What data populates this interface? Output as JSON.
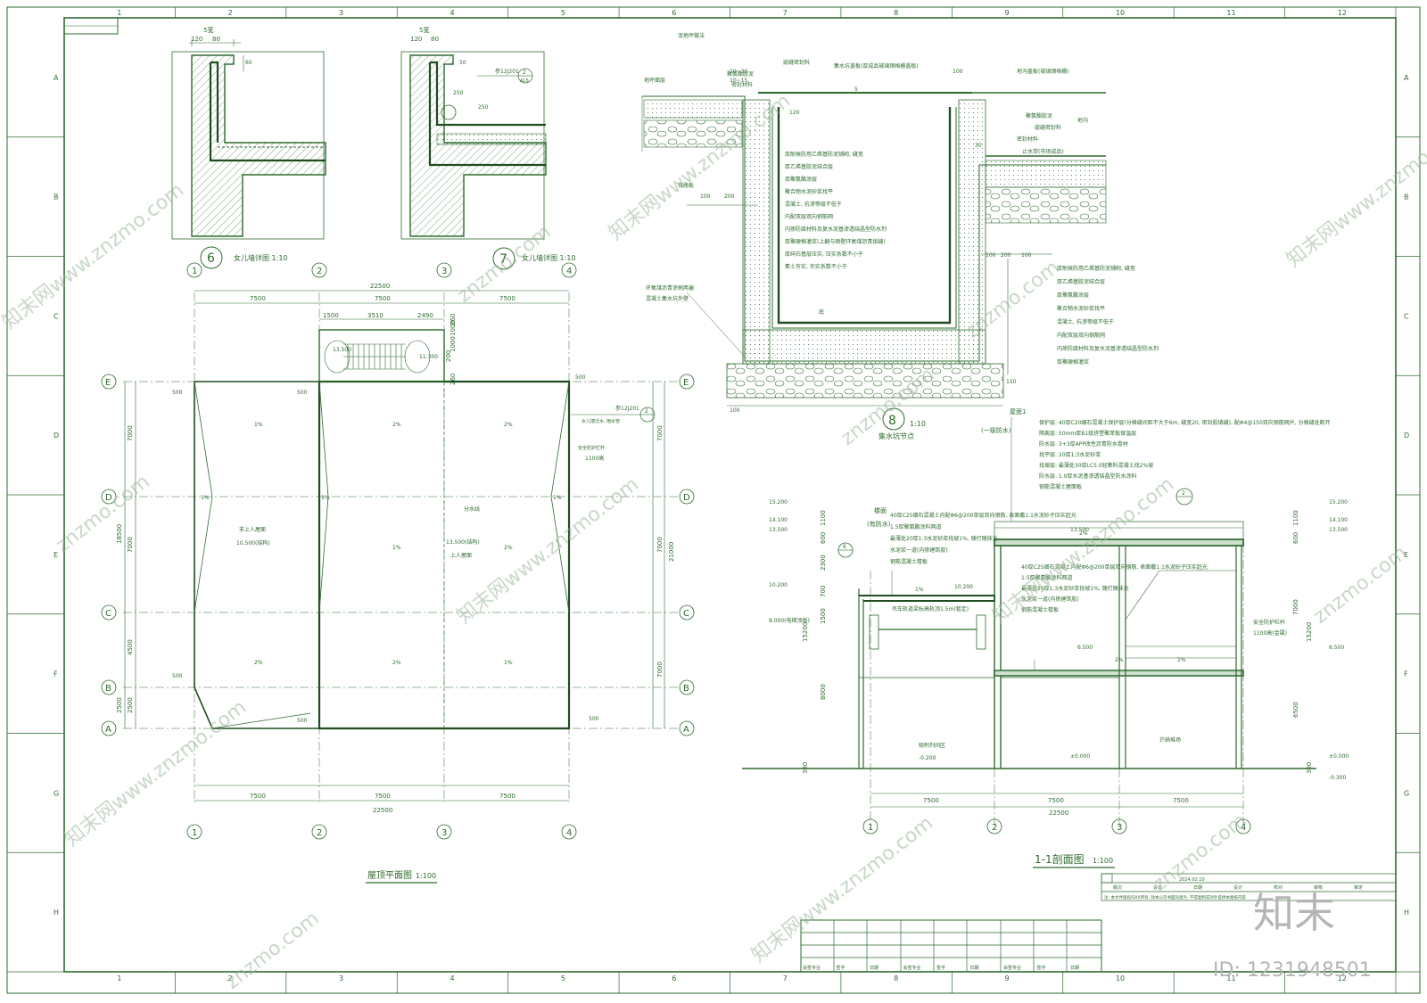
{
  "colors": {
    "line": "#2e6b2e",
    "dark": "#1f4d1f",
    "fill_hatch": "#cfe0cf",
    "watermark": "#9bb79b"
  },
  "grid": {
    "cols": [
      "1",
      "2",
      "3",
      "4",
      "5",
      "6",
      "7",
      "8",
      "9",
      "10",
      "11",
      "12"
    ],
    "rows": [
      "A",
      "B",
      "C",
      "D",
      "E",
      "F",
      "G",
      "H"
    ]
  },
  "details": {
    "d6_label": "6",
    "d6_title": "女儿墙详图  1:10",
    "d7_label": "7",
    "d7_title": "女儿墙详图  1:10",
    "d6_dims": [
      "5宽",
      "120",
      "80",
      "60"
    ],
    "d7_dims": [
      "5宽",
      "120",
      "80",
      "50",
      "250",
      "250"
    ],
    "d7_ref": "参12J201",
    "d7_ref_num": "2",
    "d7_ref_sub": "A15"
  },
  "detail8": {
    "label": "8",
    "scale": "1:10",
    "title": "集水坑节点",
    "notes_top": [
      "泥地坪做法",
      "聚氨酯胶泥",
      "密封材料",
      "嵌缝密封料",
      "集水坑盖板(厚成品玻璃钢格栅盖板)",
      "地坪面层",
      "地沟盖板(玻璃钢格栅)"
    ],
    "notes_left": [
      "厚耐候防用乙烯基防泥铺砌, 缝宽",
      "厚乙烯基胶泥结合层",
      "厚聚氨酯涂层",
      "聚合物水泥砂浆找平",
      "混凝土, 抗渗等级不低于",
      "内配双层双向钢筋网",
      "内掺防腐材料及复水泥基渗透结晶型防水剂",
      "厚聚硬棉灌浆(上翻与侧壁环氧煤沥青接缝)",
      "厚碎石基层压实, 压实系数不小于",
      "素土夯实, 夯实系数不小于"
    ],
    "notes_right": [
      "厚耐候防用乙烯基防泥铺砌, 缝宽",
      "厚乙烯基胶泥结合层",
      "厚聚氨酯涂层",
      "聚合物水泥砂浆找平",
      "混凝土, 抗渗等级不低于",
      "内配双层双向钢筋网",
      "内掺防腐材料及复水泥基渗透结晶型防水剂",
      "厚聚硬棉灌浆"
    ],
    "left_callouts": [
      "环氧煤沥青涂刷两遍",
      "混凝土集水坑外壁"
    ],
    "right_top": [
      "聚氨酯胶泥",
      "嵌缝密封料",
      "密封材料",
      "止水带(市场成品)",
      "地沟"
    ],
    "dims": [
      "20~30",
      "10~15",
      "100",
      "200",
      "120",
      "100",
      "5",
      "30",
      "100",
      "200",
      "100",
      "150",
      "100"
    ],
    "small": [
      "铁路板",
      "底"
    ]
  },
  "plan": {
    "title": "屋顶平面图",
    "scale": "1:100",
    "axes_x": [
      "1",
      "2",
      "3",
      "4"
    ],
    "axes_y": [
      "E",
      "D",
      "C",
      "B",
      "A"
    ],
    "top_dims": [
      "22500",
      "7500",
      "7500",
      "7500"
    ],
    "bottom_dims": [
      "7500",
      "7500",
      "7500",
      "22500"
    ],
    "stair_dims": [
      "1500",
      "3510",
      "2490"
    ],
    "stair_vert_dims": [
      "260",
      "1000",
      "1000",
      "200",
      "260"
    ],
    "left_dims": [
      "7000",
      "18500",
      "7000",
      "4500",
      "2500",
      "2500"
    ],
    "right_dims": [
      "7000",
      "21000",
      "7000",
      "7000"
    ],
    "edge_500": "500",
    "levels": [
      "13.500",
      "11.300"
    ],
    "slopes": [
      "1%",
      "2%",
      "2%",
      "2%",
      "1%",
      "2%",
      "2%",
      "1%",
      "1%",
      "1%",
      "1%"
    ],
    "roof_left": "非上人屋面",
    "roof_left_level": "10.500(结构)",
    "roof_center_level": "13.500(结构)",
    "roof_center": "上人屋面",
    "ridge": "分水线",
    "ref": "参12J201",
    "ref_num": "2",
    "ref_note": "女儿墙泛水, 雨水管",
    "rail_note": "安全防护栏杆",
    "rail_height": "1100高"
  },
  "section": {
    "title": "1-1剖面图",
    "scale": "1:100",
    "axes": [
      "1",
      "2",
      "3",
      "4"
    ],
    "dims_bottom": [
      "7500",
      "7500",
      "7500",
      "22500"
    ],
    "roof_note_head": "屋面1",
    "roof_note_sub": "(一级防水)",
    "roof_layers": [
      "保护层: 40厚C20细石混凝土保护层(分格缝间距不大于6m, 缝宽20, 密封胶填缝), 配Φ4@150双向钢筋网片, 分格缝处断开",
      "隔离层: 50mm厚B1级挤塑聚苯板保温层",
      "防水层: 3+3厚APP改性沥青防水卷材",
      "找平层: 20厚1:3水泥砂浆",
      "找坡层: 最薄处30厚LC5.0轻集料混凝土找2%坡",
      "防水层: 1.0厚水泥基渗透结晶型防水涂料",
      "钢筋混凝土屋面板"
    ],
    "floor_head": "楼面",
    "floor_sub": "(有防水)",
    "floor_layers": [
      "40厚C25细石混凝土内配Φ6@200单层双向钢筋, 表面撒1:1水泥砂子压实赶光",
      "1.5厚聚氨酯涂料两道",
      "最薄处20厚1:3水泥砂浆找坡1%, 随打随抹光",
      "水泥浆一道(内掺建筑胶)",
      "钢筋混凝土楼板"
    ],
    "floor2_layers": [
      "40厚C25细石混凝土内配Φ6@200单层双向钢筋, 表面撒1:1水泥砂子压实赶光",
      "1.5厚聚氨酯涂料两道",
      "最薄处20厚1:3水泥砂浆找坡1%, 随打随抹光",
      "水泥浆一道(内掺建筑胶)",
      "钢筋混凝土楼板"
    ],
    "levels_left": [
      "15.200",
      "14.100",
      "13.500",
      "10.200",
      "8.000(电梯顶板)"
    ],
    "levels_right": [
      "15.200",
      "14.100",
      "13.500",
      "6.500",
      "±0.000",
      "-0.300"
    ],
    "left_vdims": [
      "1100",
      "600",
      "2300",
      "700",
      "1500",
      "15200",
      "8000",
      "300"
    ],
    "right_vdims": [
      "1100",
      "600",
      "7000",
      "15200",
      "6500",
      "300"
    ],
    "labels": [
      "吸附剂间区",
      "-0.200",
      "±0.000",
      "10.200",
      "13.500",
      "6.500",
      "芒硝堆场",
      "安全防护栏杆",
      "1100高(金属)",
      "吊车轨道梁标高轨顶1.5m(暂定)",
      "2%",
      "1%",
      "2%",
      "1%"
    ],
    "ref_num": "2",
    "ref_num2": "6"
  },
  "titleblock": {
    "headers": [
      "版次",
      "设计",
      "日期",
      "设计",
      "校对",
      "审核",
      "审定"
    ],
    "date": "2024.02.10",
    "note": "注: 本文件版权归XX所有, 除本公司书面同意外, 不得复制或对外提供本图纸内容",
    "sign_labels": [
      "会签专业",
      "签字",
      "日期",
      "会签专业",
      "签字",
      "日期",
      "会签专业",
      "签字",
      "日期"
    ]
  },
  "watermark": {
    "brand": "知末网www.znzmo.com",
    "domain": "znzmo.com",
    "logo": "知末",
    "id": "ID: 1231948501"
  }
}
